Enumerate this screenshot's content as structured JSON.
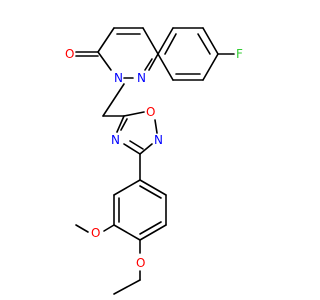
{
  "molecule": {
    "atoms": {
      "O_carbonyl": {
        "text": "O",
        "color": "#ff0000"
      },
      "N1": {
        "text": "N",
        "color": "#0000ff"
      },
      "N2": {
        "text": "N",
        "color": "#0000ff"
      },
      "F": {
        "text": "F",
        "color": "#33cc33"
      },
      "N_ox3": {
        "text": "N",
        "color": "#0000ff"
      },
      "O_ox": {
        "text": "O",
        "color": "#ff0000"
      },
      "N_ox4": {
        "text": "N",
        "color": "#0000ff"
      },
      "O_methoxy": {
        "text": "O",
        "color": "#ff0000"
      },
      "O_ethoxy": {
        "text": "O",
        "color": "#ff0000"
      }
    }
  }
}
